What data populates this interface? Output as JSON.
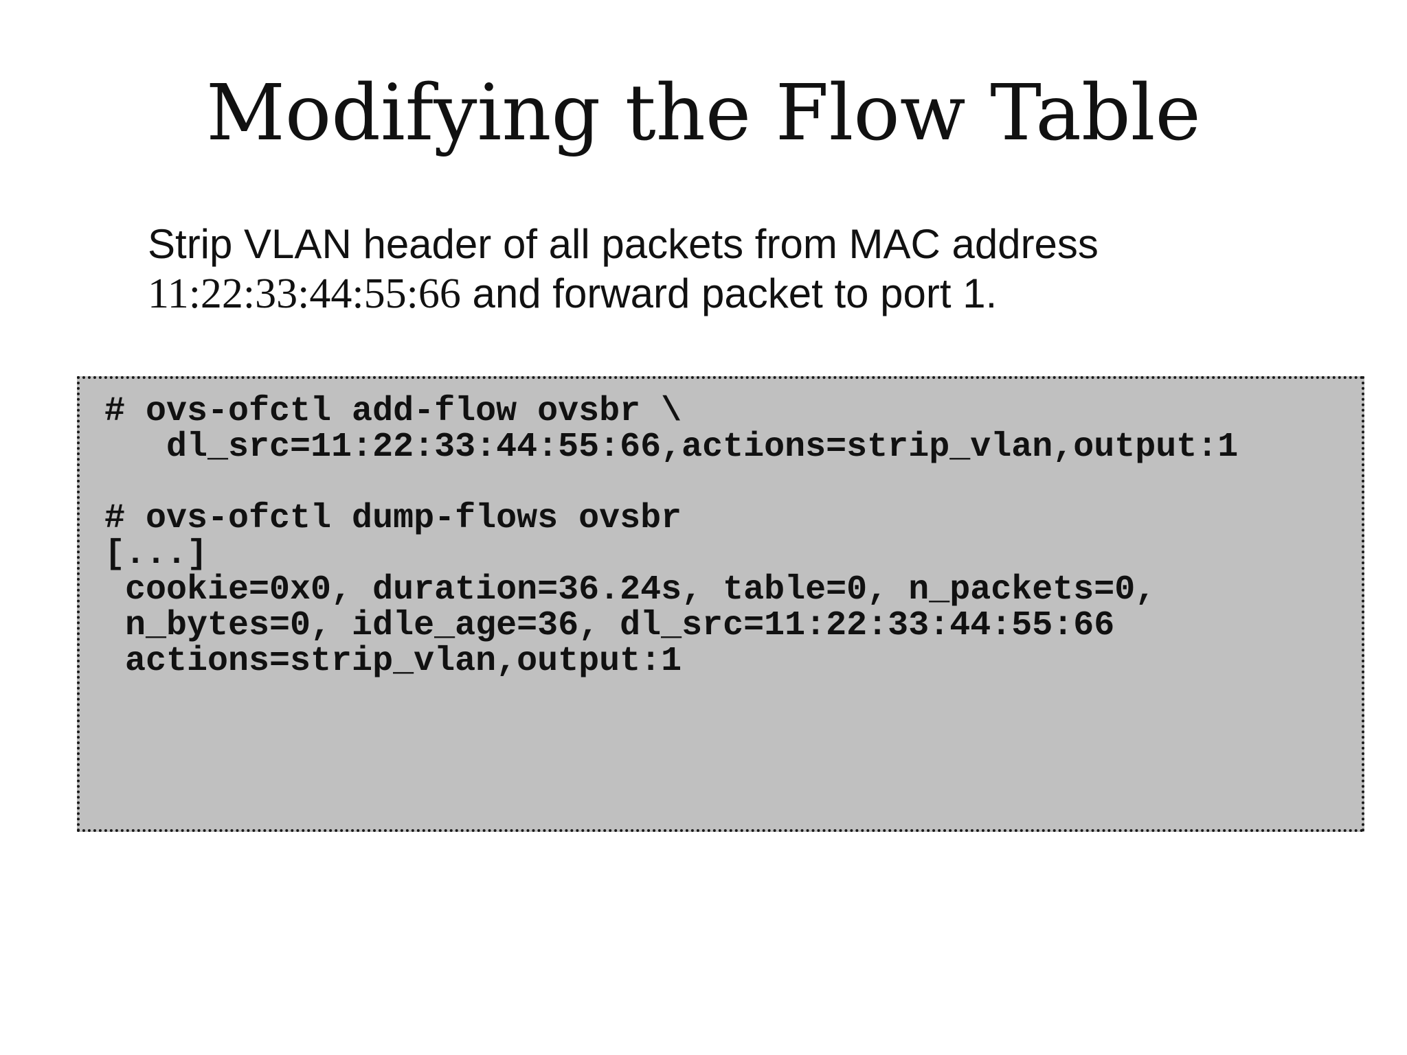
{
  "slide": {
    "title": "Modifying the Flow Table",
    "description": {
      "line1": "Strip VLAN header of all packets from MAC address",
      "mac": "11:22:33:44:55:66",
      "line2_rest": " and forward packet to port 1."
    },
    "code_lines": [
      "# ovs-ofctl add-flow ovsbr \\",
      "   dl_src=11:22:33:44:55:66,actions=strip_vlan,output:1",
      "",
      "# ovs-ofctl dump-flows ovsbr",
      "[...]",
      " cookie=0x0, duration=36.24s, table=0, n_packets=0,",
      " n_bytes=0, idle_age=36, dl_src=11:22:33:44:55:66",
      " actions=strip_vlan,output:1"
    ]
  }
}
